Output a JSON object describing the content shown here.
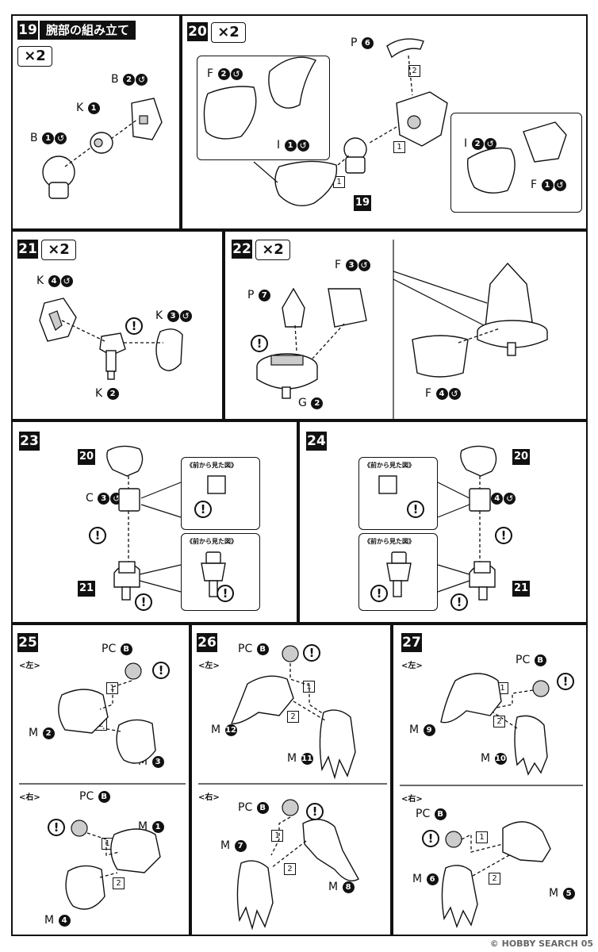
{
  "s19": {
    "no": "19",
    "title": "腕部の組み立て",
    "qty": "×2",
    "parts": [
      {
        "letter": "B",
        "num": "2"
      },
      {
        "letter": "K",
        "num": "1"
      },
      {
        "letter": "B",
        "num": "1"
      }
    ]
  },
  "s20": {
    "no": "20",
    "qty": "×2",
    "parts": [
      {
        "letter": "P",
        "num": "6"
      },
      {
        "letter": "F",
        "num": "2"
      },
      {
        "letter": "I",
        "num": "1"
      },
      {
        "letter": "I",
        "num": "2"
      },
      {
        "letter": "F",
        "num": "1"
      }
    ],
    "ord": [
      "2",
      "1",
      "1"
    ],
    "ref": "19"
  },
  "s21": {
    "no": "21",
    "qty": "×2",
    "parts": [
      {
        "letter": "K",
        "num": "4"
      },
      {
        "letter": "K",
        "num": "3"
      },
      {
        "letter": "K",
        "num": "2"
      }
    ]
  },
  "s22": {
    "no": "22",
    "qty": "×2",
    "parts": [
      {
        "letter": "F",
        "num": "3"
      },
      {
        "letter": "P",
        "num": "7"
      },
      {
        "letter": "G",
        "num": "2"
      },
      {
        "letter": "F",
        "num": "4"
      }
    ]
  },
  "s23": {
    "no": "23",
    "ref_top": "20",
    "ref_bottom": "21",
    "part": {
      "letter": "C",
      "num": "3"
    },
    "view1": "《前から見た図》",
    "view2": "《前から見た図》"
  },
  "s24": {
    "no": "24",
    "ref_top": "20",
    "ref_bottom": "21",
    "part": {
      "letter": "C",
      "num": "4"
    },
    "view1": "《前から見た図》",
    "view2": "《前から見た図》"
  },
  "s25": {
    "no": "25",
    "left": "<左>",
    "right": "<右>",
    "l": [
      {
        "letter": "PC",
        "num": "B"
      },
      {
        "letter": "M",
        "num": "2"
      },
      {
        "letter": "M",
        "num": "3"
      }
    ],
    "r": [
      {
        "letter": "PC",
        "num": "B"
      },
      {
        "letter": "M",
        "num": "1"
      },
      {
        "letter": "M",
        "num": "4"
      }
    ]
  },
  "s26": {
    "no": "26",
    "left": "<左>",
    "right": "<右>",
    "l": [
      {
        "letter": "PC",
        "num": "B"
      },
      {
        "letter": "M",
        "num": "12"
      },
      {
        "letter": "M",
        "num": "11"
      }
    ],
    "r": [
      {
        "letter": "PC",
        "num": "B"
      },
      {
        "letter": "M",
        "num": "7"
      },
      {
        "letter": "M",
        "num": "8"
      }
    ]
  },
  "s27": {
    "no": "27",
    "left": "<左>",
    "right": "<右>",
    "l": [
      {
        "letter": "PC",
        "num": "B"
      },
      {
        "letter": "M",
        "num": "9"
      },
      {
        "letter": "M",
        "num": "10"
      }
    ],
    "r": [
      {
        "letter": "PC",
        "num": "B"
      },
      {
        "letter": "M",
        "num": "6"
      },
      {
        "letter": "M",
        "num": "5"
      }
    ]
  },
  "common": {
    "warn": "!",
    "ord1": "1",
    "ord2": "2",
    "sprue": "↺"
  },
  "footer": {
    "watermark": "© HOBBY SEARCH",
    "page": "05"
  }
}
